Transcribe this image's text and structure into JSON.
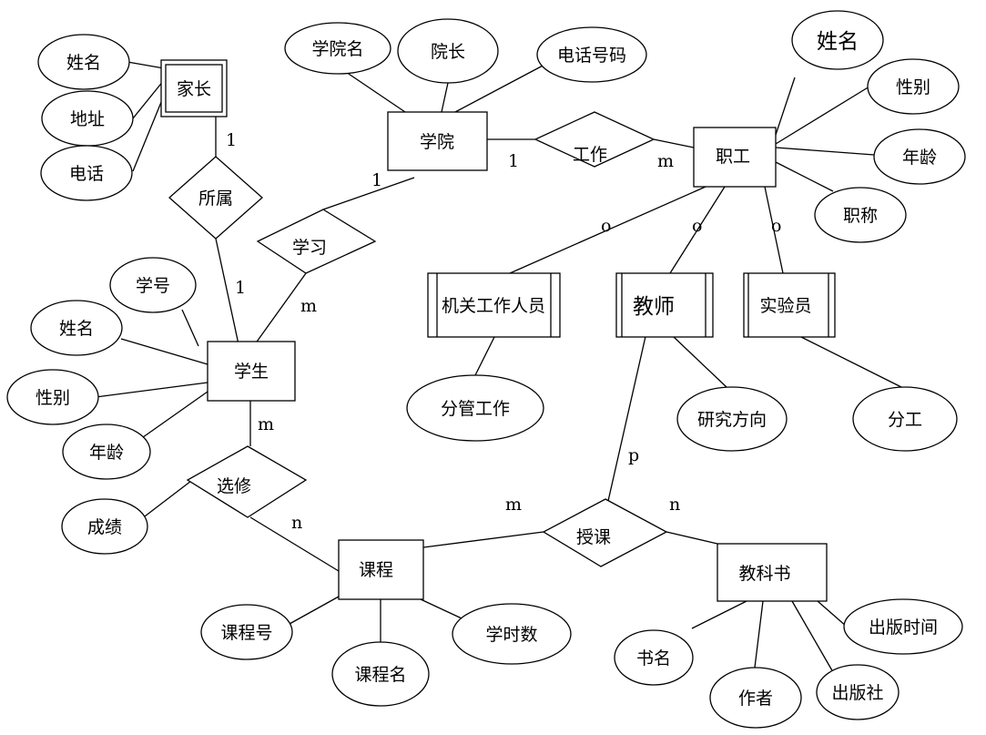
{
  "entities": {
    "parent": "家长",
    "college": "学院",
    "staff": "职工",
    "student": "学生",
    "admin_staff": "机关工作人员",
    "teacher": "教师",
    "lab_staff": "实验员",
    "course": "课程",
    "textbook": "教科书"
  },
  "relationships": {
    "belongs": "所属",
    "work": "工作",
    "study": "学习",
    "elective": "选修",
    "teach": "授课"
  },
  "attributes": {
    "parent_name": "姓名",
    "parent_address": "地址",
    "parent_phone": "电话",
    "college_name": "学院名",
    "dean": "院长",
    "college_phone": "电话号码",
    "staff_name": "姓名",
    "staff_gender": "性别",
    "staff_age": "年龄",
    "staff_title": "职称",
    "student_id": "学号",
    "student_name": "姓名",
    "student_gender": "性别",
    "student_age": "年龄",
    "grade": "成绩",
    "managed_work": "分管工作",
    "research_direction": "研究方向",
    "division_of_work": "分工",
    "course_id": "课程号",
    "course_name": "课程名",
    "credit_hours": "学时数",
    "book_title": "书名",
    "author": "作者",
    "publisher": "出版社",
    "publish_date": "出版时间"
  },
  "cardinalities": {
    "parent_belongs": "1",
    "belongs_student": "1",
    "college_study": "1",
    "study_student": "m",
    "college_work": "1",
    "work_staff": "m",
    "isa_admin": "o",
    "isa_teacher": "o",
    "isa_lab": "o",
    "student_elective": "m",
    "elective_course": "n",
    "teacher_teach": "p",
    "course_teach": "m",
    "textbook_teach": "n"
  }
}
